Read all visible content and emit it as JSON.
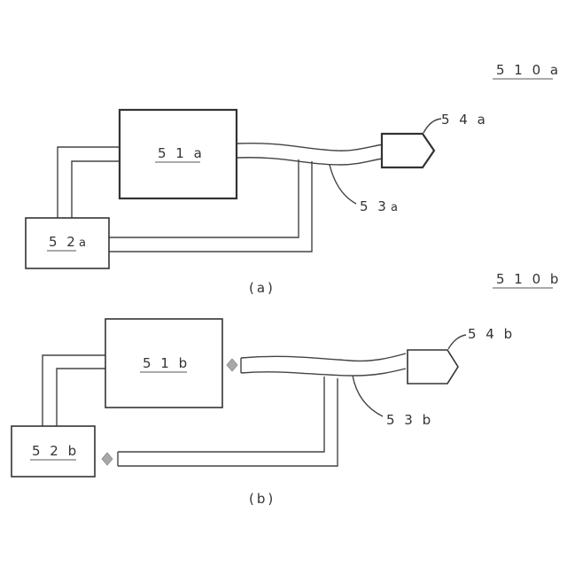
{
  "figure_a": {
    "ref": "5 1 0 a",
    "block_51": "5 1 a",
    "block_52_main": "5 2",
    "block_52_suffix": "a",
    "cable_53": "5 3",
    "cable_53_suffix": "a",
    "connector_54": "5 4 a",
    "caption": "(a)"
  },
  "figure_b": {
    "ref": "5 1 0 b",
    "block_51": "5 1 b",
    "block_52": "5 2 b",
    "cable_53": "5 3 b",
    "connector_54": "5 4 b",
    "caption": "(b)"
  }
}
